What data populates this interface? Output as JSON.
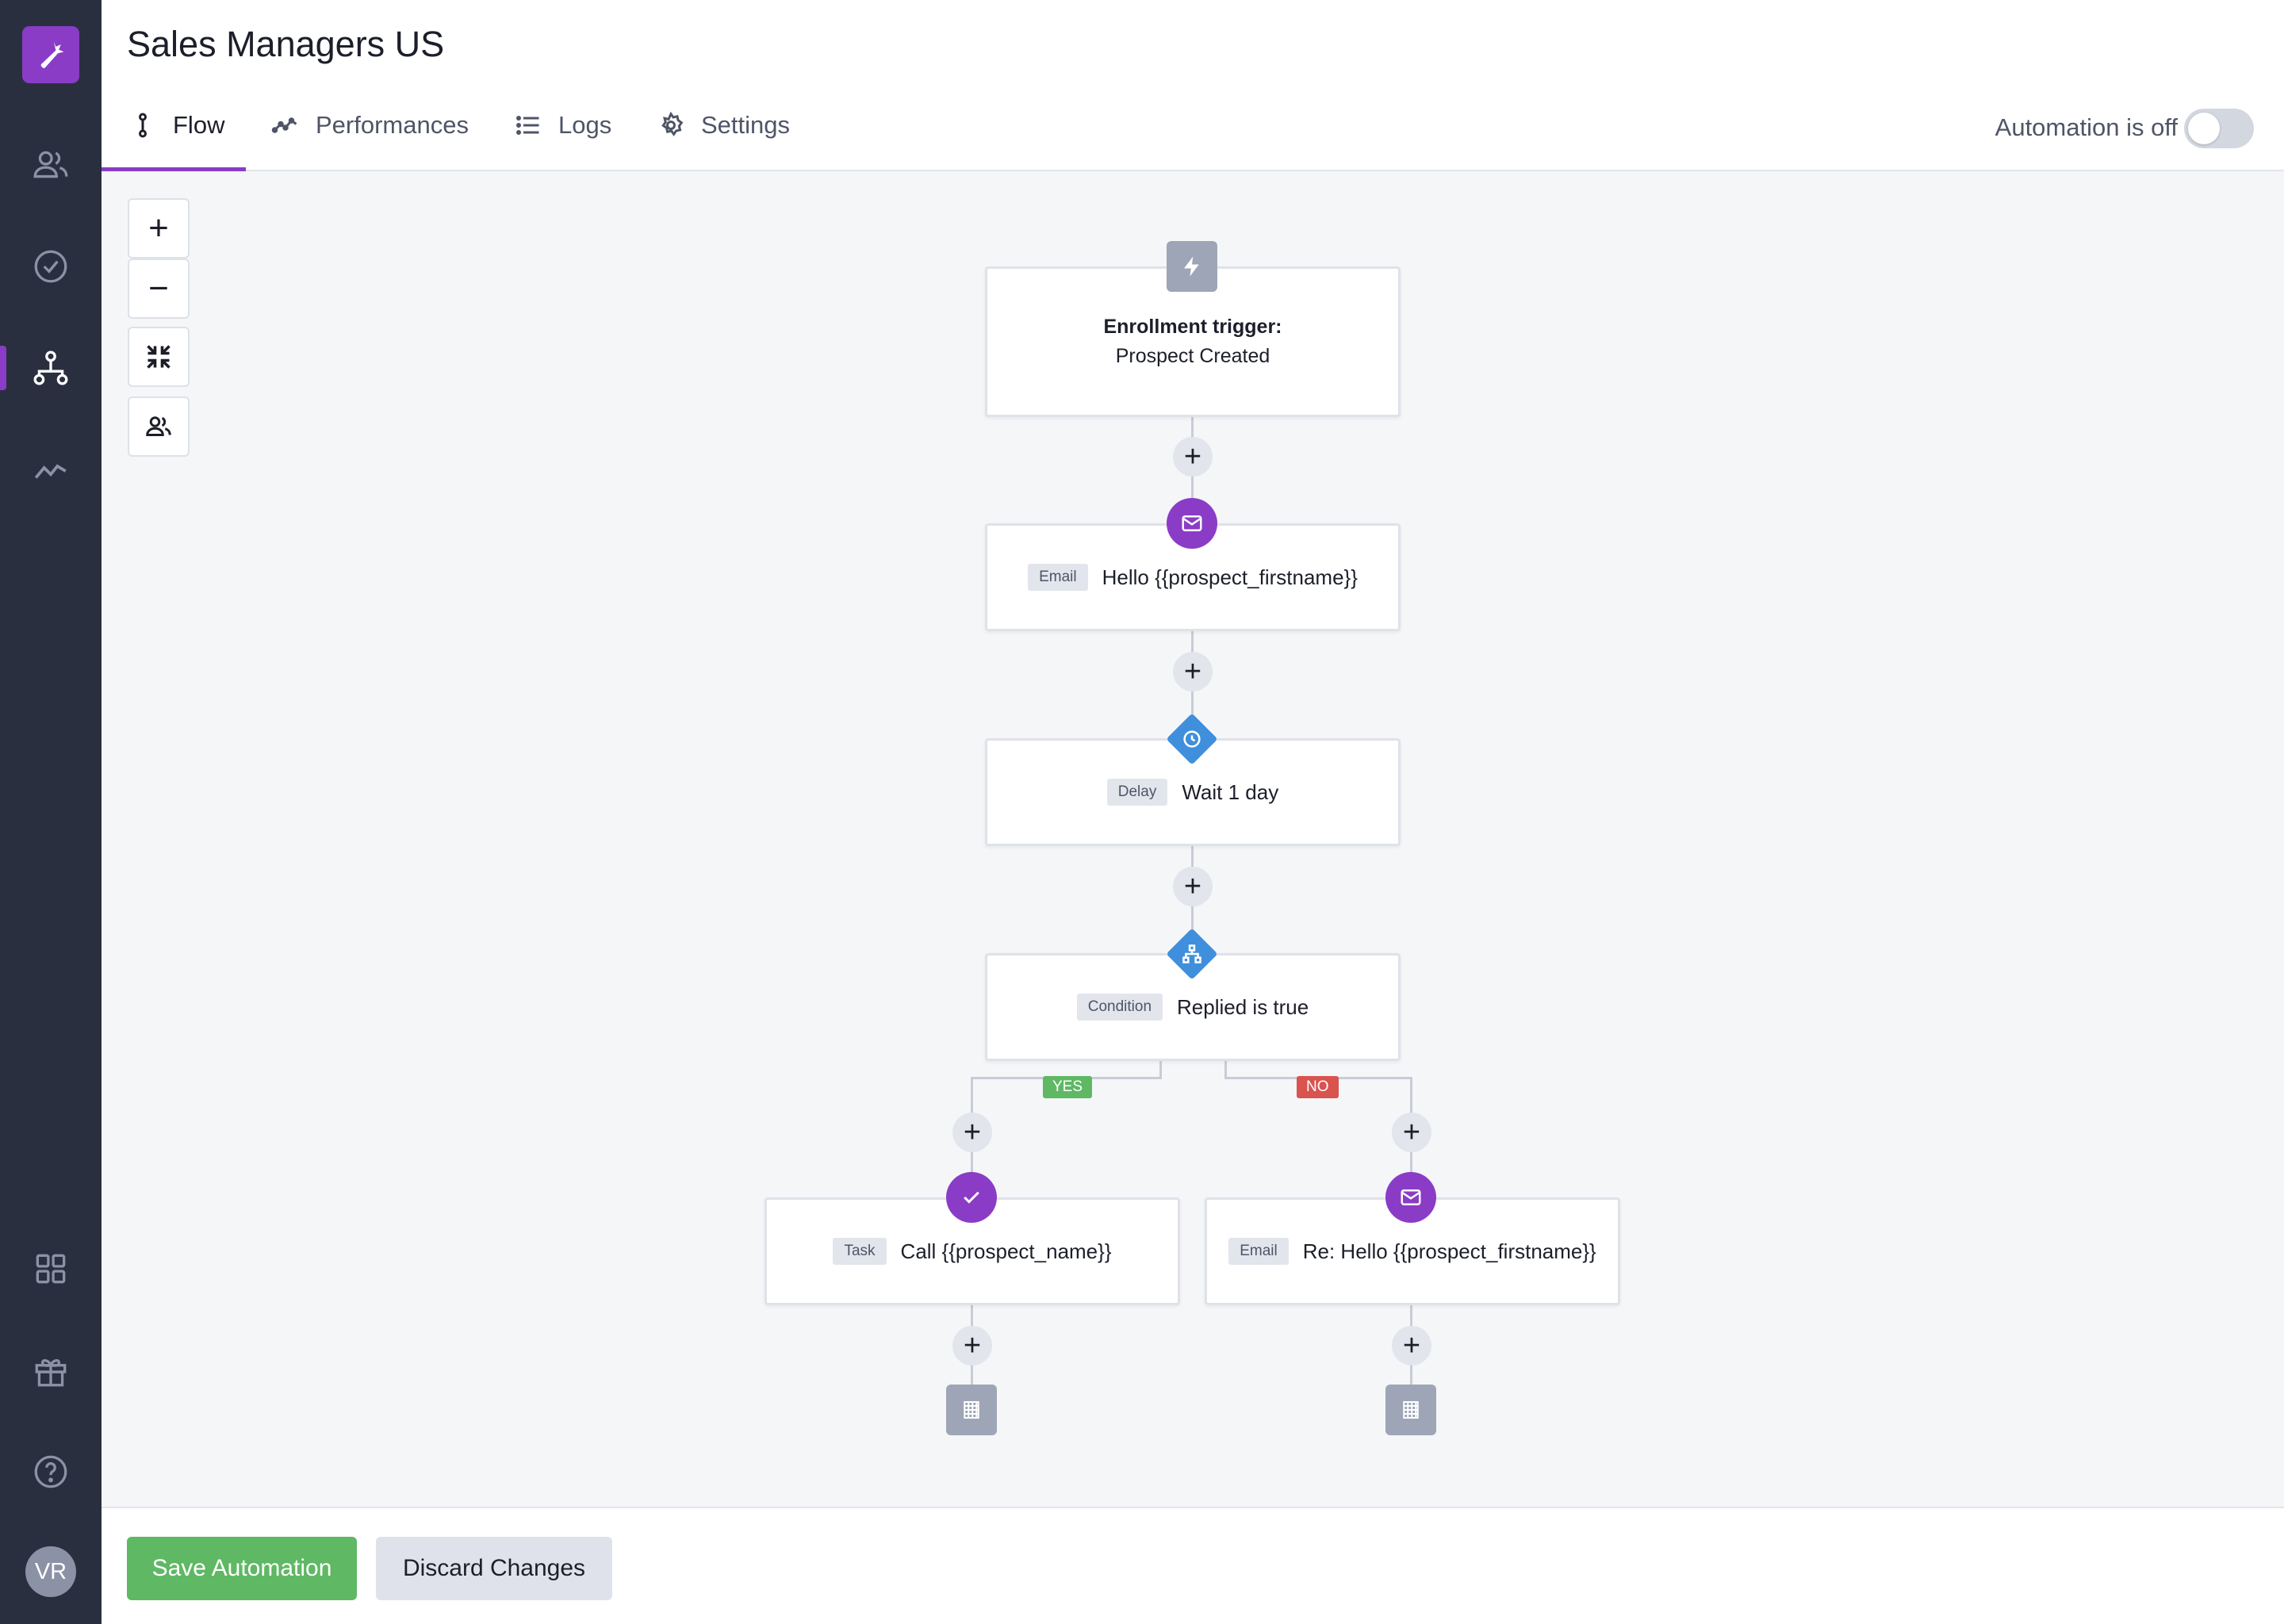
{
  "app": {
    "logo_icon": "carrot-icon",
    "brand_color": "#8a3cc6"
  },
  "sidebar": {
    "items": [
      {
        "icon": "users-icon"
      },
      {
        "icon": "check-circle-icon"
      },
      {
        "icon": "automation-flow-icon",
        "active": true
      },
      {
        "icon": "trend-line-icon"
      }
    ],
    "bottom_items": [
      {
        "icon": "apps-grid-icon"
      },
      {
        "icon": "gift-icon"
      },
      {
        "icon": "help-icon"
      }
    ],
    "avatar_initials": "VR"
  },
  "header": {
    "title": "Sales Managers US",
    "tabs": [
      {
        "label": "Flow",
        "icon": "flow-icon",
        "active": true
      },
      {
        "label": "Performances",
        "icon": "performance-icon"
      },
      {
        "label": "Logs",
        "icon": "list-icon"
      },
      {
        "label": "Settings",
        "icon": "gear-icon"
      }
    ],
    "automation_status": "Automation is off",
    "automation_on": false
  },
  "canvas": {
    "zoom_controls": [
      {
        "symbol": "+",
        "name": "zoom-in"
      },
      {
        "symbol": "−",
        "name": "zoom-out"
      }
    ],
    "nodes": {
      "trigger": {
        "title": "Enrollment trigger:",
        "subtitle": "Prospect Created"
      },
      "email1": {
        "type": "Email",
        "text": "Hello {{prospect_firstname}}"
      },
      "delay": {
        "type": "Delay",
        "text": "Wait 1 day"
      },
      "condition": {
        "type": "Condition",
        "text": "Replied is true"
      },
      "task": {
        "type": "Task",
        "text": "Call {{prospect_name}}"
      },
      "email2": {
        "type": "Email",
        "text": "Re: Hello {{prospect_firstname}}"
      }
    },
    "branches": {
      "yes": "YES",
      "no": "NO"
    },
    "plus_symbol": "+"
  },
  "footer": {
    "save_label": "Save Automation",
    "discard_label": "Discard Changes"
  }
}
